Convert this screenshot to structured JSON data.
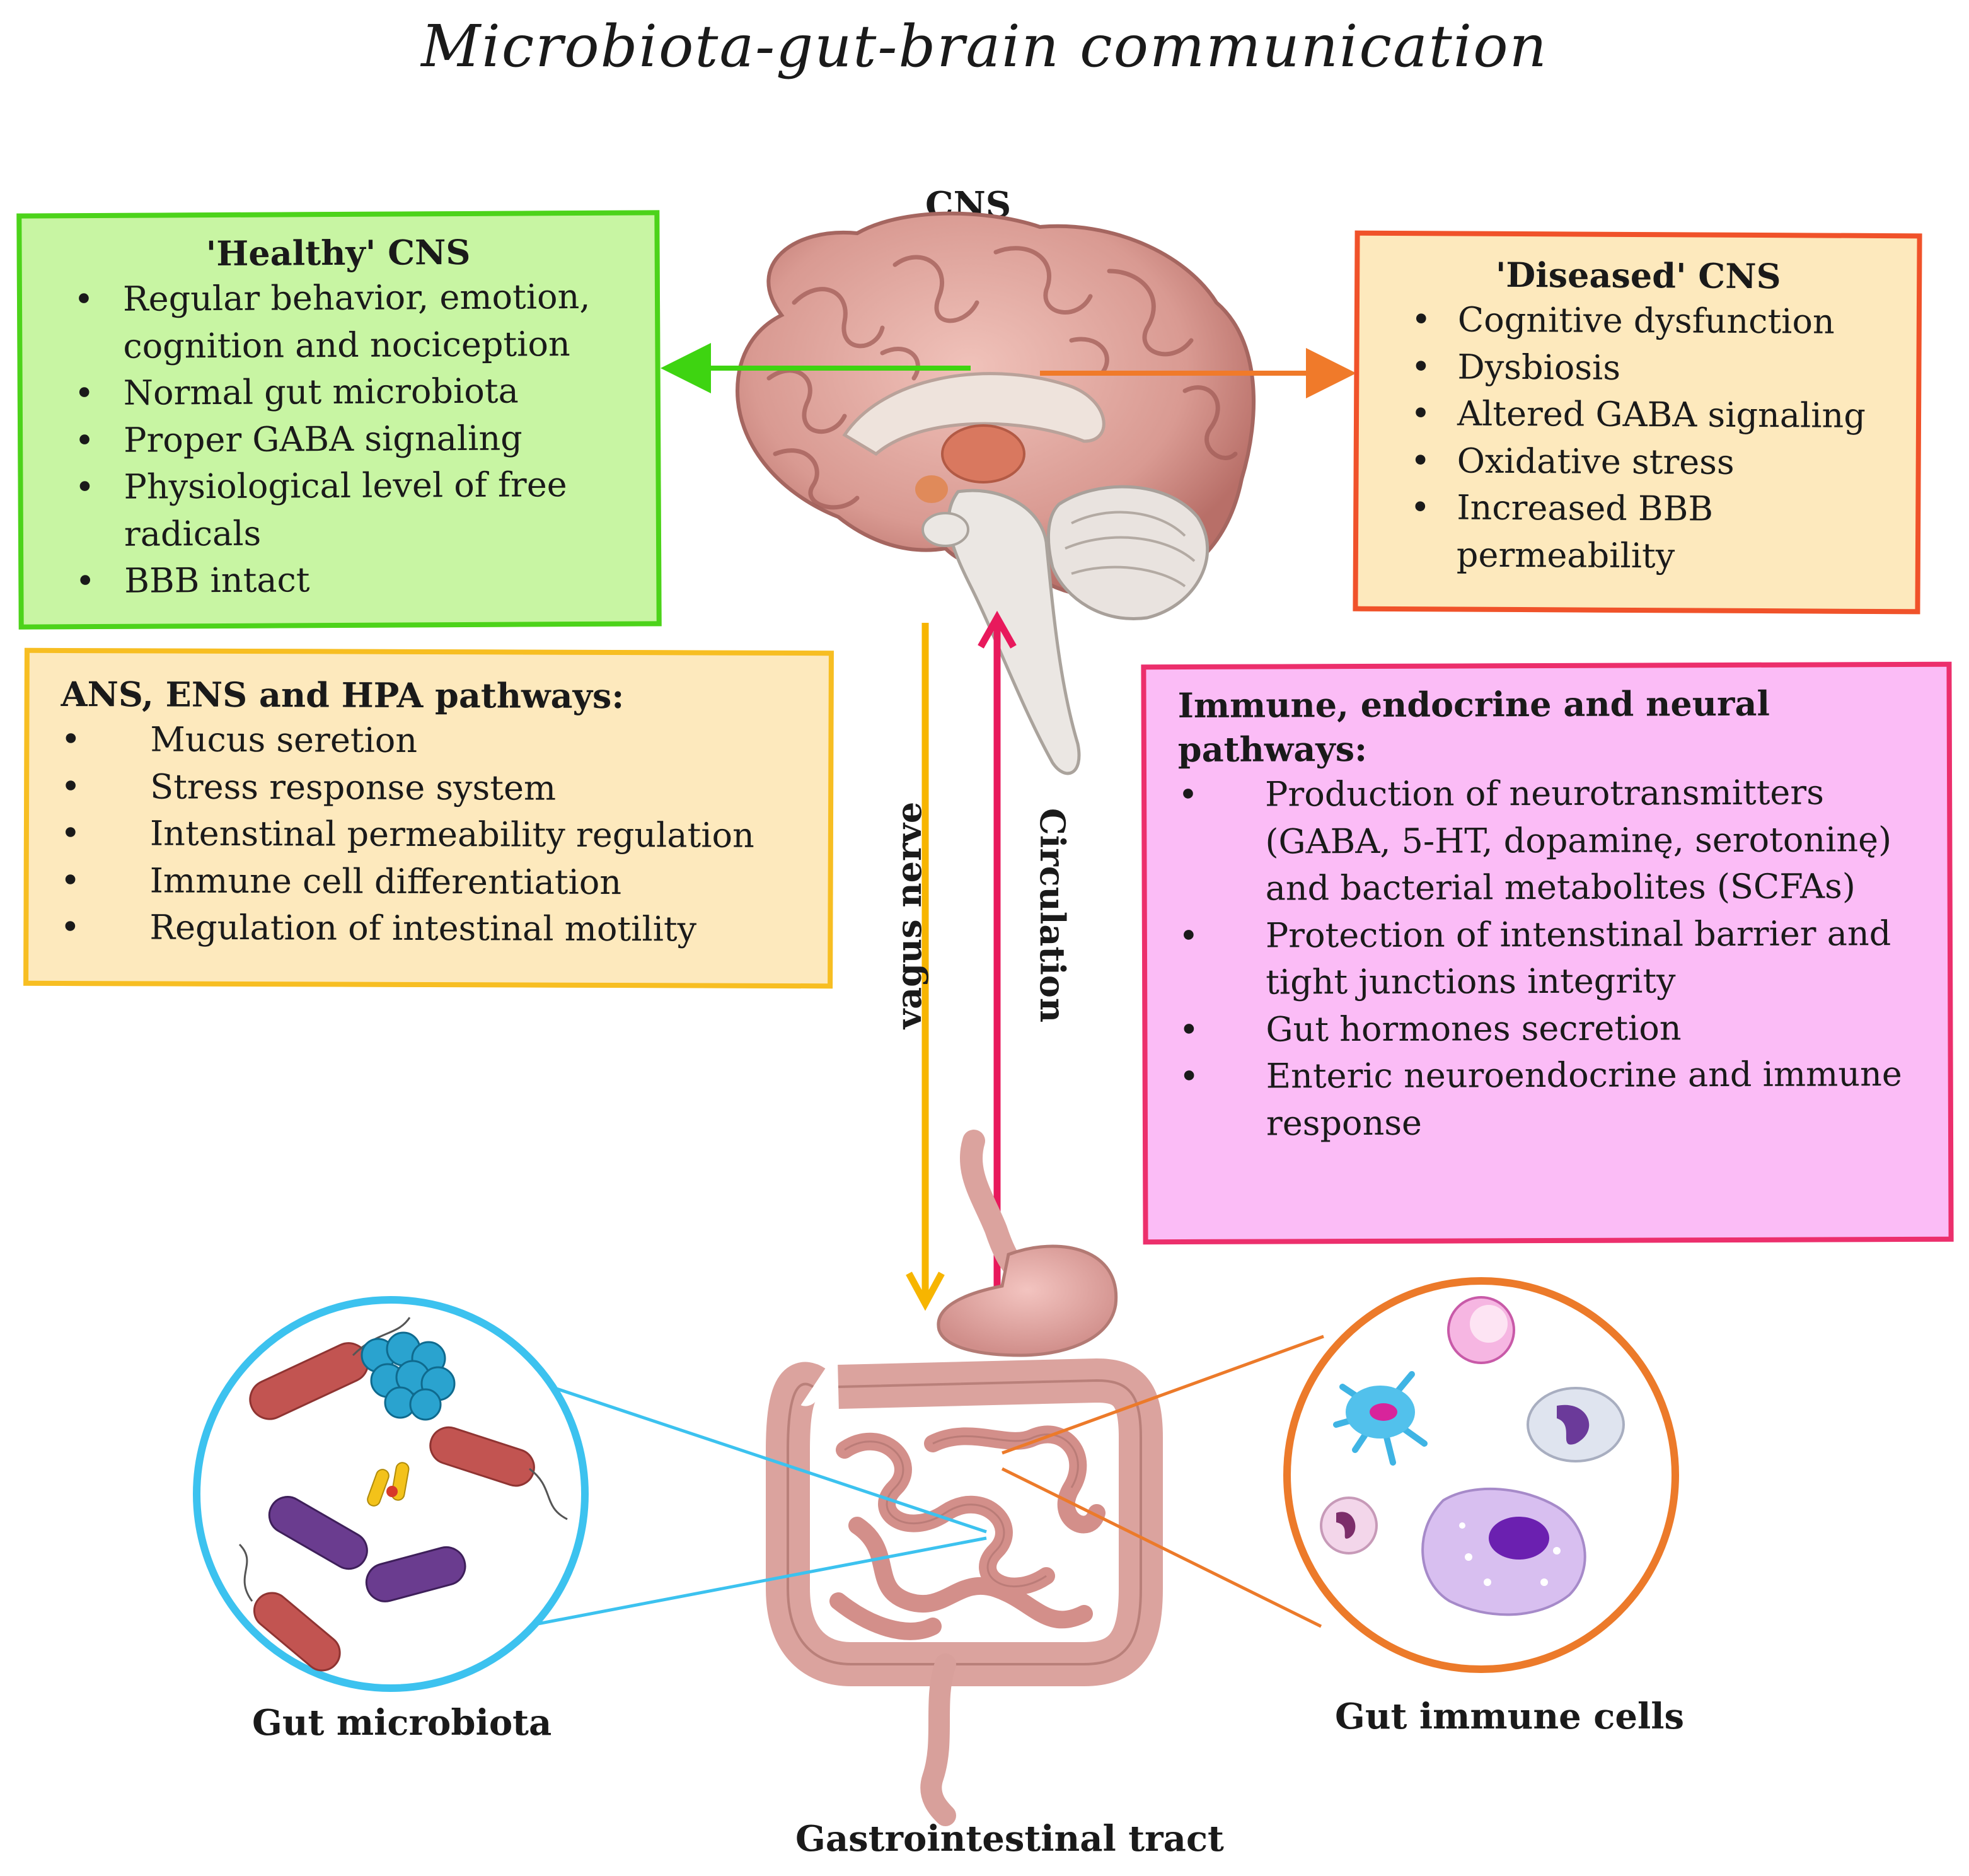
{
  "title": "Microbiota-gut-brain communication",
  "cns_label": "CNS",
  "healthy": {
    "header": "'Healthy' CNS",
    "items": [
      "Regular behavior, emotion, cognition and nociception",
      "Normal gut microbiota",
      "Proper GABA signaling",
      "Physiological level of free radicals",
      "BBB intact"
    ]
  },
  "diseased": {
    "header": "'Diseased' CNS",
    "items": [
      "Cognitive dysfunction",
      "Dysbiosis",
      "Altered GABA signaling",
      "Oxidative stress",
      "Increased BBB permeability"
    ]
  },
  "ans": {
    "header": "ANS, ENS and HPA pathways:",
    "items": [
      "Mucus seretion",
      "Stress response system",
      "Intenstinal permeability regulation",
      "Immune cell differentiation",
      "Regulation of intestinal motility"
    ]
  },
  "immune": {
    "header": "Immune, endocrine and neural pathways:",
    "items": [
      "Production of neurotransmitters (GABA, 5-HT, dopaminę, serotoninę) and bacterial metabolites (SCFAs)",
      "Protection of intenstinal barrier and tight junctions integrity",
      "Gut hormones secretion",
      "Enteric neuroendocrine and immune response"
    ]
  },
  "vagus_label": "vagus nerve",
  "circulation_label": "Circulation",
  "gut_microbiota_label": "Gut microbiota",
  "gi_tract_label": "Gastrointestinal tract",
  "gut_immune_label": "Gut immune cells",
  "colors": {
    "healthy_fill": "#c8f5a3",
    "healthy_border": "#4cd31a",
    "diseased_fill": "#fde9bd",
    "diseased_border": "#f0522a",
    "ans_fill": "#fde9bd",
    "ans_border": "#f7be22",
    "immune_fill": "#fbbcf6",
    "immune_border": "#ec2f6c",
    "vagus_arrow": "#f7b500",
    "circulation_arrow": "#e8195c",
    "microbiota_circle": "#3cc2ef",
    "immune_circle": "#ec7a2a"
  }
}
